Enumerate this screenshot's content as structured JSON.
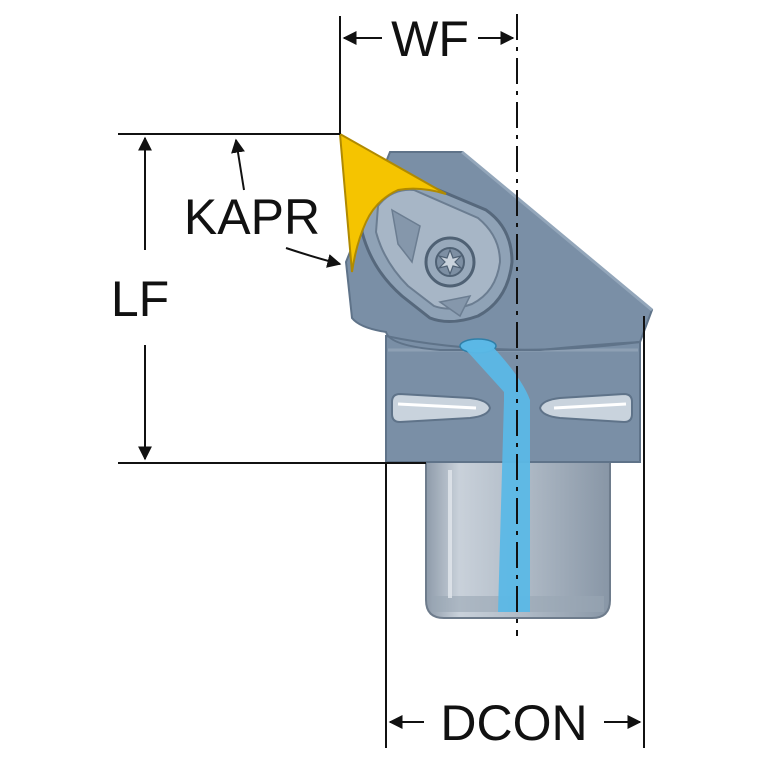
{
  "labels": {
    "wf": "WF",
    "kapr": "KAPR",
    "lf": "LF",
    "dcon": "DCON"
  },
  "colors": {
    "body": "#7a8fa6",
    "body_dark": "#5f7389",
    "shank": "#b7c1cc",
    "insert": "#f5c400",
    "coolant": "#5bb8e6",
    "line": "#111111"
  }
}
